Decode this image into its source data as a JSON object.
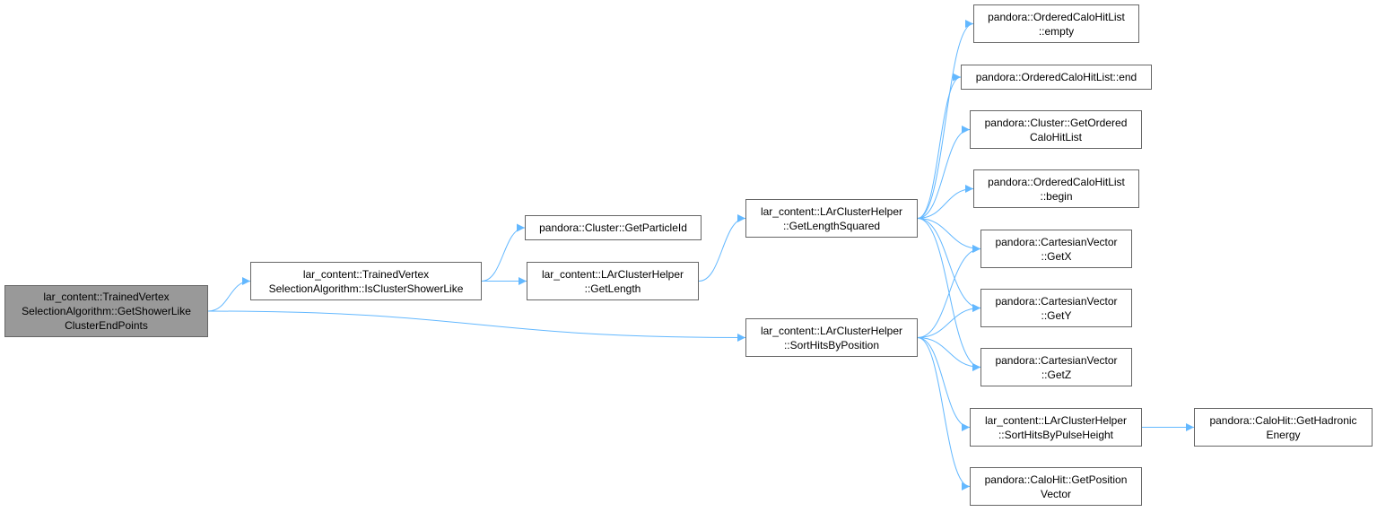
{
  "colors": {
    "edge": "#63b8ff",
    "node_border": "#666666",
    "root_fill": "#999999"
  },
  "nodes": {
    "root": {
      "lines": [
        "lar_content::TrainedVertex",
        "SelectionAlgorithm::GetShowerLike",
        "ClusterEndPoints"
      ]
    },
    "isShowerLike": {
      "lines": [
        "lar_content::TrainedVertex",
        "SelectionAlgorithm::IsClusterShowerLike"
      ]
    },
    "getParticleId": {
      "lines": [
        "pandora::Cluster::GetParticleId"
      ]
    },
    "getLength": {
      "lines": [
        "lar_content::LArClusterHelper",
        "::GetLength"
      ]
    },
    "getLengthSq": {
      "lines": [
        "lar_content::LArClusterHelper",
        "::GetLengthSquared"
      ]
    },
    "sortHitsPos": {
      "lines": [
        "lar_content::LArClusterHelper",
        "::SortHitsByPosition"
      ]
    },
    "empty": {
      "lines": [
        "pandora::OrderedCaloHitList",
        "::empty"
      ]
    },
    "end": {
      "lines": [
        "pandora::OrderedCaloHitList::end"
      ]
    },
    "getOrdered": {
      "lines": [
        "pandora::Cluster::GetOrdered",
        "CaloHitList"
      ]
    },
    "begin": {
      "lines": [
        "pandora::OrderedCaloHitList",
        "::begin"
      ]
    },
    "getX": {
      "lines": [
        "pandora::CartesianVector",
        "::GetX"
      ]
    },
    "getY": {
      "lines": [
        "pandora::CartesianVector",
        "::GetY"
      ]
    },
    "getZ": {
      "lines": [
        "pandora::CartesianVector",
        "::GetZ"
      ]
    },
    "sortPulse": {
      "lines": [
        "lar_content::LArClusterHelper",
        "::SortHitsByPulseHeight"
      ]
    },
    "getPosVec": {
      "lines": [
        "pandora::CaloHit::GetPosition",
        "Vector"
      ]
    },
    "getHadronic": {
      "lines": [
        "pandora::CaloHit::GetHadronic",
        "Energy"
      ]
    }
  },
  "edges": [
    [
      "root",
      "isShowerLike"
    ],
    [
      "root",
      "sortHitsPos"
    ],
    [
      "isShowerLike",
      "getParticleId"
    ],
    [
      "isShowerLike",
      "getLength"
    ],
    [
      "getLength",
      "getLengthSq"
    ],
    [
      "getLengthSq",
      "empty"
    ],
    [
      "getLengthSq",
      "end"
    ],
    [
      "getLengthSq",
      "getOrdered"
    ],
    [
      "getLengthSq",
      "begin"
    ],
    [
      "getLengthSq",
      "getX"
    ],
    [
      "getLengthSq",
      "getY"
    ],
    [
      "getLengthSq",
      "getZ"
    ],
    [
      "sortHitsPos",
      "getX"
    ],
    [
      "sortHitsPos",
      "getY"
    ],
    [
      "sortHitsPos",
      "getZ"
    ],
    [
      "sortHitsPos",
      "sortPulse"
    ],
    [
      "sortHitsPos",
      "getPosVec"
    ],
    [
      "sortPulse",
      "getHadronic"
    ]
  ]
}
